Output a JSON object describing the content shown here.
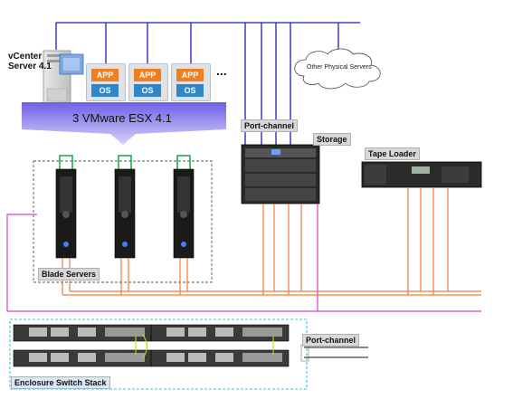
{
  "labels": {
    "vcenter": "vCenter\nServer 4.1",
    "vcenter_line1": "vCenter",
    "vcenter_line2": "Server 4.1",
    "vm_app": "APP",
    "vm_os": "OS",
    "ellipsis": "...",
    "other_servers": "Other Physical Servers",
    "esx": "3 VMware ESX 4.1",
    "port_channel_top": "Port-channel",
    "storage": "Storage",
    "tape_loader": "Tape Loader",
    "blade_servers": "Blade Servers",
    "port_channel_bottom": "Port-channel",
    "enclosure_switch_stack": "Enclosure Switch Stack"
  },
  "colors": {
    "network_blue": "#1d1dbf",
    "orange_link": "#f07a3a",
    "magenta_link": "#e040c0",
    "green_link": "#16a34a",
    "esx_band": "#9b8cf0",
    "cyan_dashed": "#3ac7d6",
    "app_orange": "#f07f22",
    "os_blue": "#2f87c9"
  },
  "vms": [
    {
      "app": "APP",
      "os": "OS"
    },
    {
      "app": "APP",
      "os": "OS"
    },
    {
      "app": "APP",
      "os": "OS"
    }
  ]
}
